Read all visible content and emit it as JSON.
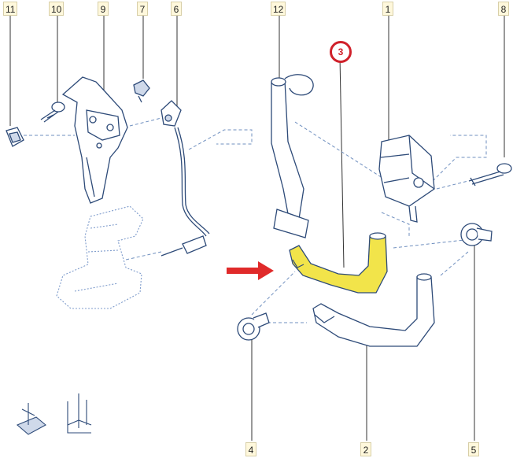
{
  "callouts": {
    "c11": "11",
    "c10": "10",
    "c9": "9",
    "c7": "7",
    "c6": "6",
    "c12": "12",
    "c1": "1",
    "c8": "8",
    "c3": "3",
    "c4": "4",
    "c2": "2",
    "c5": "5"
  },
  "icons": {
    "arrow": "red-arrow-icon",
    "legend": "torque-axis-legend-icon"
  },
  "colors": {
    "line": "#2d4a78",
    "highlight_part": "#f2e44a",
    "arrow": "#e02a2a",
    "callout_ring": "#d0202a"
  }
}
